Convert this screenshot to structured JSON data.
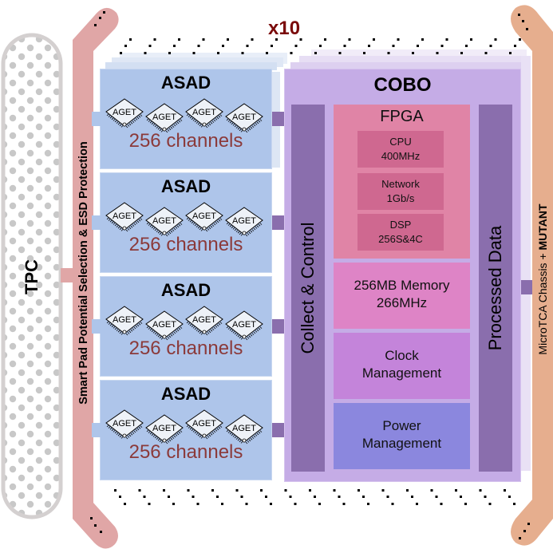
{
  "diagram": {
    "multiplier_label": "x10",
    "tpc": {
      "label": "TPC"
    },
    "left_rail": {
      "label": "Smart Pad Potential Selection & ESD Protection"
    },
    "right_rail": {
      "label_prefix": "MicroTCA Chassis + ",
      "label_bold": "MUTANT"
    },
    "ellipsis": "...",
    "asad_boards": [
      {
        "title": "ASAD",
        "chips": [
          "AGET",
          "AGET",
          "AGET",
          "AGET"
        ],
        "channels": "256 channels"
      },
      {
        "title": "ASAD",
        "chips": [
          "AGET",
          "AGET",
          "AGET",
          "AGET"
        ],
        "channels": "256 channels"
      },
      {
        "title": "ASAD",
        "chips": [
          "AGET",
          "AGET",
          "AGET",
          "AGET"
        ],
        "channels": "256 channels"
      },
      {
        "title": "ASAD",
        "chips": [
          "AGET",
          "AGET",
          "AGET",
          "AGET"
        ],
        "channels": "256 channels"
      }
    ],
    "cobo": {
      "title": "COBO",
      "collect_control": "Collect & Control",
      "processed_data": "Processed Data",
      "fpga": {
        "title": "FPGA",
        "blocks": [
          {
            "line1": "CPU",
            "line2": "400MHz"
          },
          {
            "line1": "Network",
            "line2": "1Gb/s"
          },
          {
            "line1": "DSP",
            "line2": "256S&4C"
          }
        ]
      },
      "memory": {
        "line1": "256MB Memory",
        "line2": "266MHz"
      },
      "clock": {
        "line1": "Clock",
        "line2": "Management"
      },
      "power": {
        "line1": "Power",
        "line2": "Management"
      }
    },
    "colors": {
      "tpc_border": "#d4d0d0",
      "tpc_dots": "#c8c8c8",
      "left_rail": "#e0a6a6",
      "right_rail": "#e6ae8e",
      "asad": "#aec5ea",
      "channels_text": "#8b3a3a",
      "cobo": "#c5ace6",
      "bus": "#8a6ead",
      "fpga": "#e084a6",
      "fpga_sub": "#cf6890",
      "memory": "#de84c6",
      "clock": "#c484da",
      "power": "#8b87de",
      "multiplier": "#7a0a0a"
    }
  }
}
